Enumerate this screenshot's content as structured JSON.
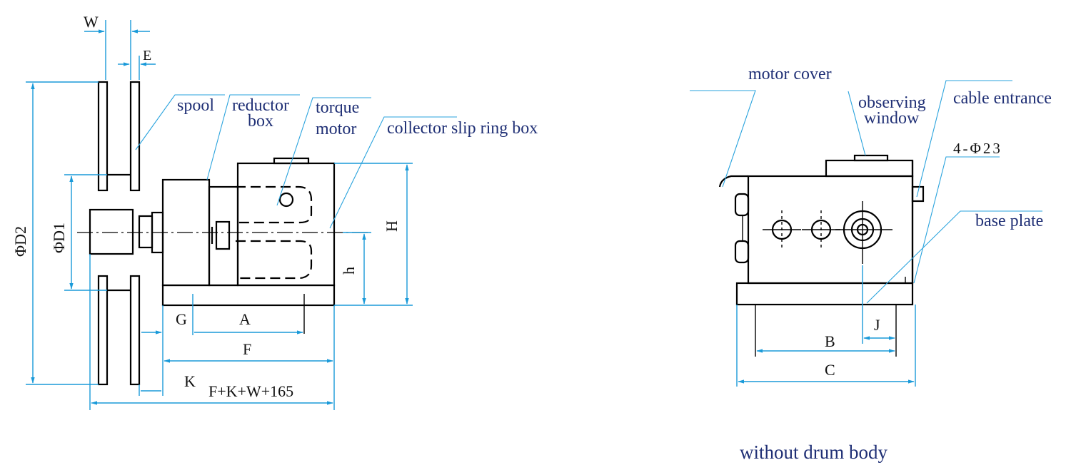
{
  "colors": {
    "label_text": "#1f2f75",
    "dimension_lines": "#1a9ad9",
    "outline": "#000000",
    "background": "#ffffff"
  },
  "side_view": {
    "labels": {
      "spool": "spool",
      "reductor_box_line1": "reductor",
      "reductor_box_line2": "box",
      "torque_motor_line1": "torque",
      "torque_motor_line2": "motor",
      "collector_slip_ring_box": "collector slip ring box"
    },
    "dimensions": {
      "W": "W",
      "E": "E",
      "D2": "ΦD2",
      "D1": "ΦD1",
      "H": "H",
      "h": "h",
      "G": "G",
      "A": "A",
      "F": "F",
      "K": "K",
      "total": "F+K+W+165"
    }
  },
  "front_view": {
    "labels": {
      "motor_cover": "motor cover",
      "observing_window_line1": "observing",
      "observing_window_line2": "window",
      "cable_entrance": "cable entrance",
      "holes": "4-Φ23",
      "base_plate": "base plate"
    },
    "dimensions": {
      "B": "B",
      "J": "J",
      "C": "C"
    },
    "caption": "without drum body"
  }
}
